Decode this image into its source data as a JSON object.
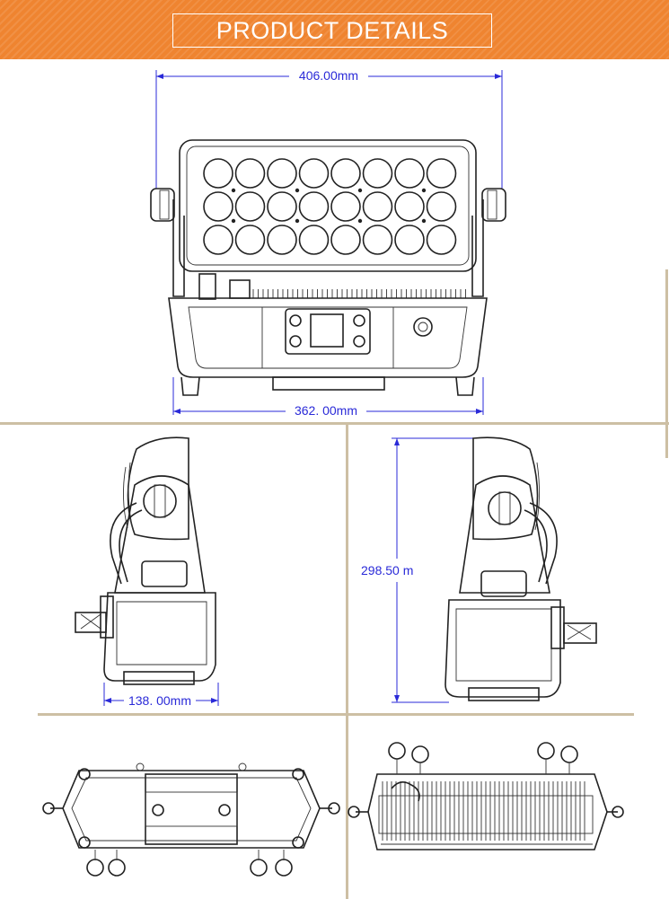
{
  "header": {
    "title": "PRODUCT DETAILS"
  },
  "dimensions": {
    "width_overall": "406.00mm",
    "width_base": "362. 00mm",
    "depth": "138. 00mm",
    "height": "298.50 m"
  },
  "colors": {
    "header": "#ef8430",
    "dimension_text": "#2a2ad8",
    "divider": "#cdbfa4"
  }
}
